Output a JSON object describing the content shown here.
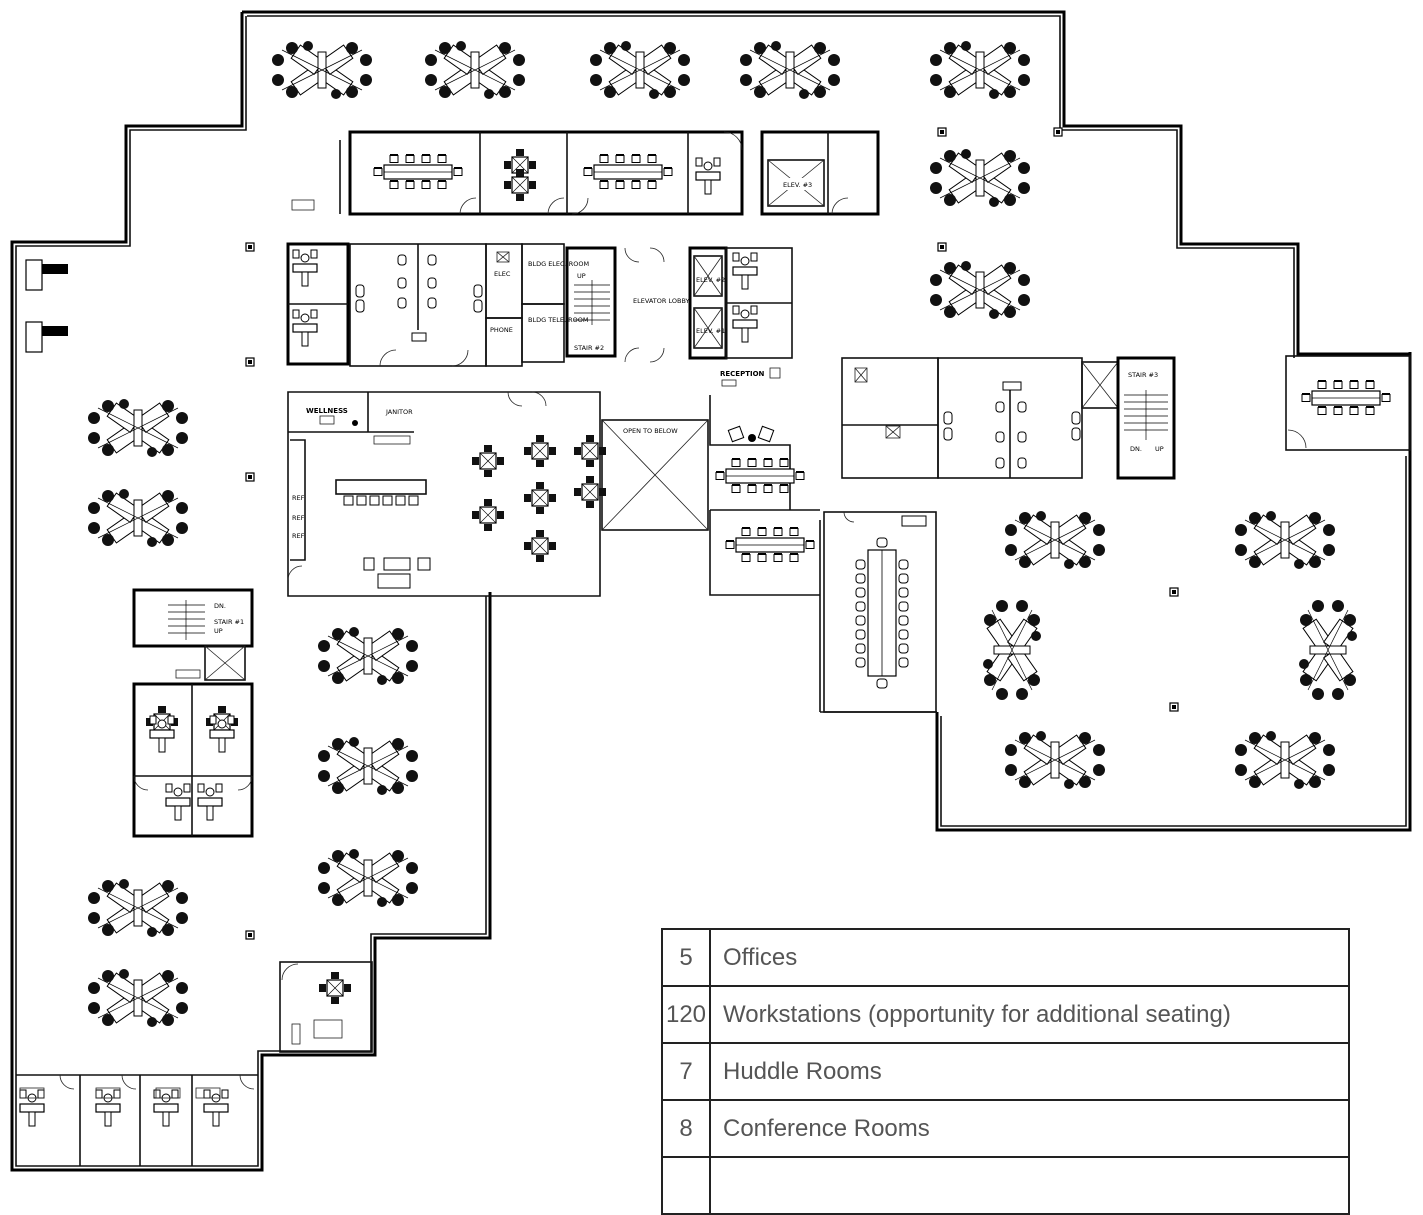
{
  "legend": {
    "rows": [
      {
        "count": "5",
        "label": "Offices"
      },
      {
        "count": "120",
        "label": "Workstations (opportunity for additional seating)"
      },
      {
        "count": "7",
        "label": "Huddle Rooms"
      },
      {
        "count": "8",
        "label": "Conference Rooms"
      }
    ]
  },
  "plan": {
    "labels": {
      "elev3": "ELEV. #3",
      "elev2": "ELEV. #2",
      "elev1": "ELEV. #1",
      "elec": "ELEC",
      "bldg_elec": "BLDG ELEC. ROOM",
      "bldg_tele": "BLDG TELE. ROOM",
      "phone": "PHONE",
      "up": "UP",
      "stair2": "STAIR #2",
      "elevator_lobby": "ELEVATOR LOBBY",
      "reception": "RECEPTION",
      "wellness": "WELLNESS",
      "janitor": "JANITOR",
      "open_to_below": "OPEN TO BELOW",
      "stair3": "STAIR #3",
      "dn": "DN.",
      "stair1": "STAIR #1",
      "ref": "REF"
    }
  }
}
